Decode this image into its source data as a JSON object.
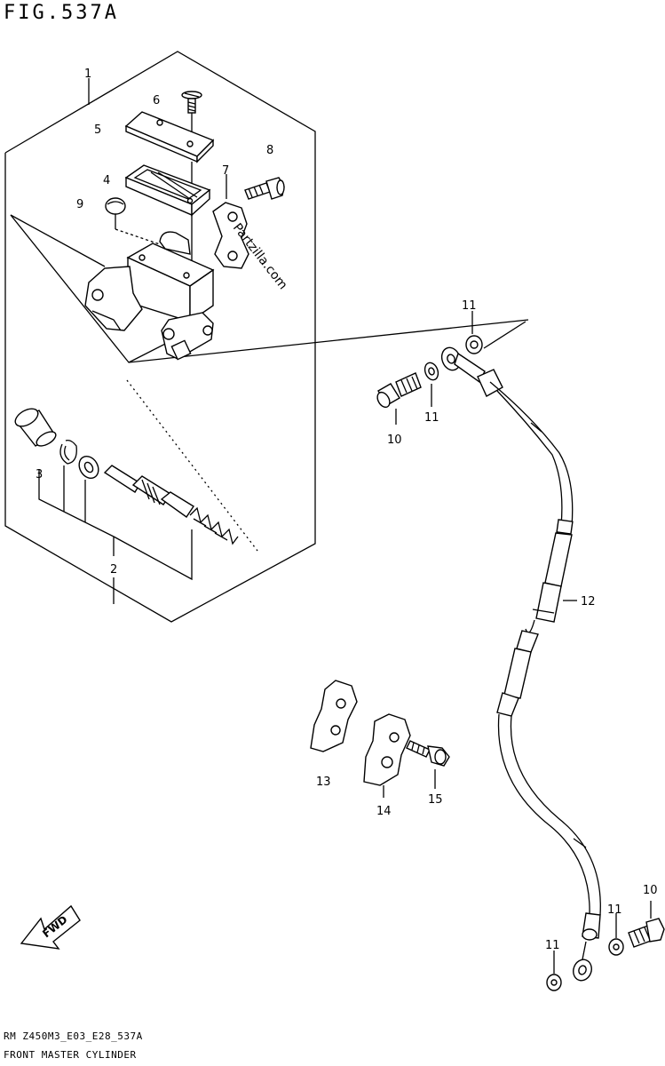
{
  "figure": {
    "title": "FIG.537A",
    "code": "RM Z450M3_E03_E28_537A",
    "name": "FRONT MASTER CYLINDER",
    "watermark": "Partzilla.com",
    "fwd_label": "FWD"
  },
  "callouts": {
    "c1": "1",
    "c2": "2",
    "c3": "3",
    "c4": "4",
    "c5": "5",
    "c6": "6",
    "c7": "7",
    "c8": "8",
    "c9": "9",
    "c10a": "10",
    "c10b": "10",
    "c11a": "11",
    "c11b": "11",
    "c11c": "11",
    "c11d": "11",
    "c12": "12",
    "c13": "13",
    "c14": "14",
    "c15": "15"
  }
}
